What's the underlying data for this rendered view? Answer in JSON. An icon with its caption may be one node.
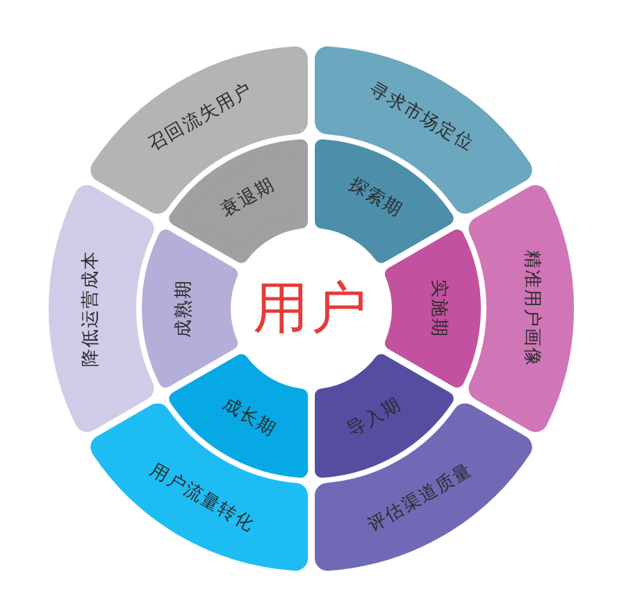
{
  "diagram": {
    "nodes": [
      {
        "text": [
          "用户"
        ]
      },
      {
        "text": [
          "探索期"
        ]
      },
      {
        "text": [
          "实施期"
        ]
      },
      {
        "text": [
          "导入期"
        ]
      },
      {
        "text": [
          "成长期"
        ]
      },
      {
        "text": [
          "成熟期"
        ]
      },
      {
        "text": [
          "衰退期"
        ]
      },
      {
        "text": [
          "寻求市场定位"
        ]
      },
      {
        "text": [
          "精准用户画像"
        ]
      },
      {
        "text": [
          "评估渠道质量"
        ]
      },
      {
        "text": [
          "用户流量转化"
        ]
      },
      {
        "text": [
          "降低运营成本"
        ]
      },
      {
        "text": [
          "召回流失用户"
        ]
      }
    ]
  }
}
